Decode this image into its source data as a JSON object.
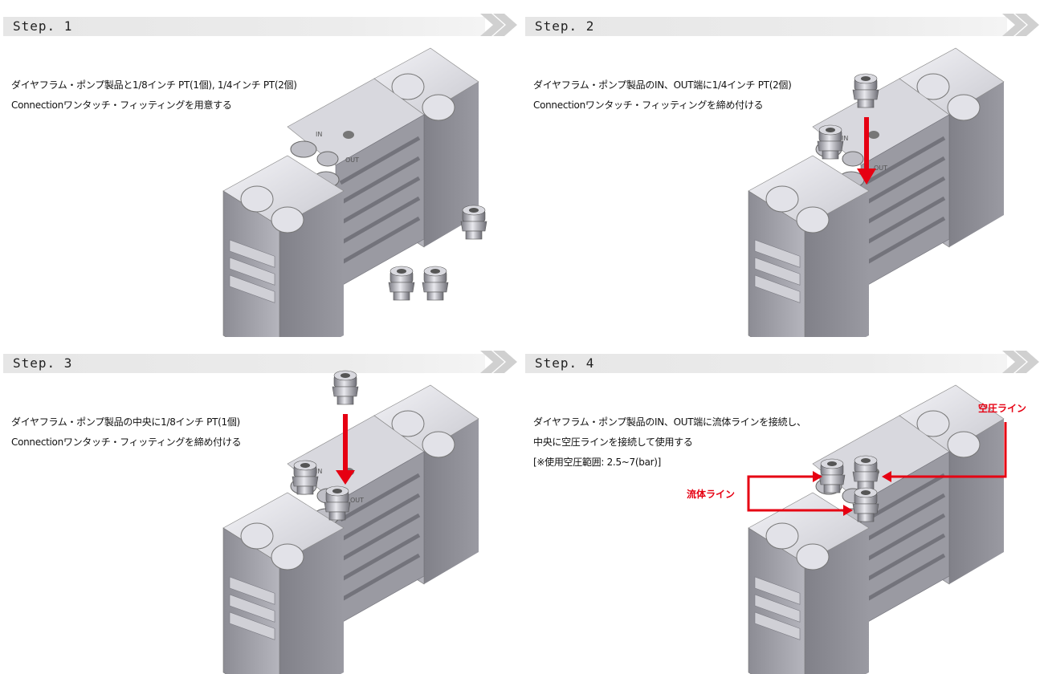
{
  "steps": [
    {
      "label": "Step. 1",
      "lines": [
        "ダイヤフラム・ポンプ製品と1/8インチ PT(1個), 1/4インチ PT(2個)",
        "Connectionワンタッチ・フィッティングを用意する"
      ]
    },
    {
      "label": "Step. 2",
      "lines": [
        "ダイヤフラム・ポンプ製品のIN、OUT端に1/4インチ PT(2個)",
        "Connectionワンタッチ・フィッティングを締め付ける"
      ]
    },
    {
      "label": "Step. 3",
      "lines": [
        "ダイヤフラム・ポンプ製品の中央に1/8インチ PT(1個)",
        "Connectionワンタッチ・フィッティングを締め付ける"
      ]
    },
    {
      "label": "Step. 4",
      "lines": [
        "ダイヤフラム・ポンプ製品のIN、OUT端に流体ラインを接続し、",
        "中央に空圧ラインを接続して使用する",
        "[※使用空圧範囲:  2.5~7(bar)]"
      ],
      "callouts": {
        "air_line": "空圧ライン",
        "fluid_line": "流体ライン"
      }
    }
  ],
  "port_labels": {
    "in": "IN",
    "out": "OUT"
  },
  "colors": {
    "accent_red": "#e60012",
    "bar_gray": "#e6e6e6",
    "chevron": "#d0d0d0"
  },
  "icons": [
    "chevron-right-double-icon",
    "pump-illustration",
    "fitting-illustration",
    "arrow-down-icon"
  ]
}
